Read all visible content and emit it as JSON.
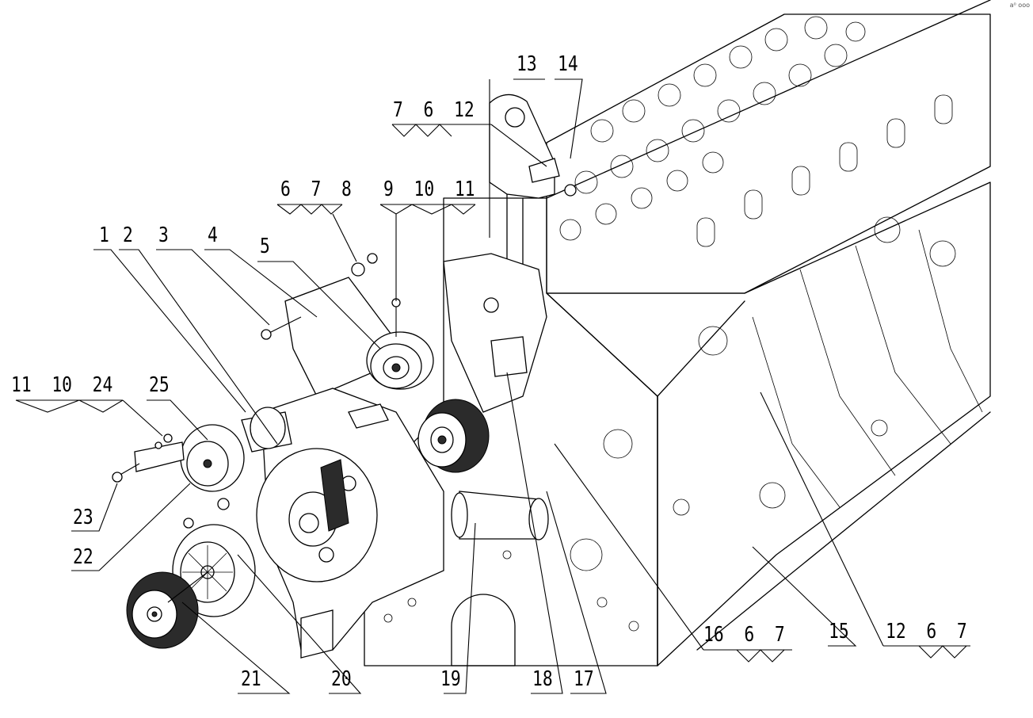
{
  "diagram": {
    "corner_mark": "a⁰ ooo",
    "callouts": [
      {
        "id": "c1",
        "text": "1"
      },
      {
        "id": "c2",
        "text": "2"
      },
      {
        "id": "c3",
        "text": "3"
      },
      {
        "id": "c4",
        "text": "4"
      },
      {
        "id": "c5",
        "text": "5"
      },
      {
        "id": "c678",
        "text": "6  7  8"
      },
      {
        "id": "c91011",
        "text": "9  10  11"
      },
      {
        "id": "c7612",
        "text": "7  6  12"
      },
      {
        "id": "c13",
        "text": "13"
      },
      {
        "id": "c14",
        "text": "14"
      },
      {
        "id": "c111024",
        "text": "11  10  24"
      },
      {
        "id": "c25",
        "text": "25"
      },
      {
        "id": "c23",
        "text": "23"
      },
      {
        "id": "c22",
        "text": "22"
      },
      {
        "id": "c21",
        "text": "21"
      },
      {
        "id": "c20",
        "text": "20"
      },
      {
        "id": "c19",
        "text": "19"
      },
      {
        "id": "c18",
        "text": "18"
      },
      {
        "id": "c17",
        "text": "17"
      },
      {
        "id": "c1667",
        "text": "16  6  7"
      },
      {
        "id": "c15",
        "text": "15"
      },
      {
        "id": "c1267",
        "text": "12  6  7"
      }
    ]
  }
}
